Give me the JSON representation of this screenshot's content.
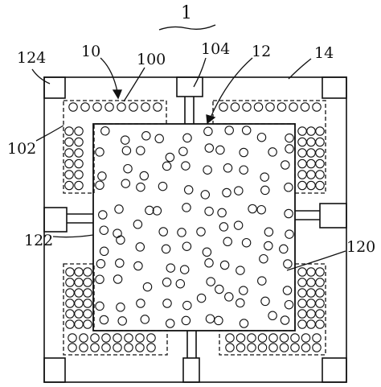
{
  "figure": {
    "number": "1",
    "labels": {
      "l10": "10",
      "l100": "100",
      "l104": "104",
      "l12": "12",
      "l14": "14",
      "l124": "124",
      "l102": "102",
      "l122": "122",
      "l120": "120"
    }
  },
  "colors": {
    "line": "#111111",
    "background": "#ffffff"
  }
}
